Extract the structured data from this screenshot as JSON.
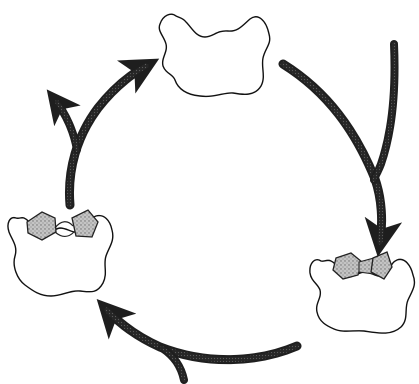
{
  "diagram": {
    "type": "enzyme-catalytic-cycle",
    "colors": {
      "background": "#ffffff",
      "outline": "#111111",
      "arrow": "#2b2b2b",
      "arrow_texture": "#5a5a5a",
      "substrate_fill": "#bdbdbd",
      "substrate_stroke": "#222222"
    },
    "nodes": [
      {
        "id": "free-enzyme",
        "shape": "enzyme",
        "has_substrate": false
      },
      {
        "id": "enzyme-substrate-complex",
        "shape": "enzyme",
        "has_substrate": true,
        "substrate_bonded": true
      },
      {
        "id": "enzyme-products-complex",
        "shape": "enzyme",
        "has_substrate": true,
        "substrate_bonded": false
      }
    ],
    "arrows": [
      {
        "id": "substrate-entry-arrow",
        "from": "free-enzyme",
        "to": "enzyme-substrate-complex",
        "branch": "incoming"
      },
      {
        "id": "bond-reaction-arrow",
        "from": "enzyme-substrate-complex",
        "to": "enzyme-products-complex",
        "branch": "incoming"
      },
      {
        "id": "product-release-arrow",
        "from": "enzyme-products-complex",
        "to": "free-enzyme",
        "branch": "outgoing"
      }
    ]
  }
}
